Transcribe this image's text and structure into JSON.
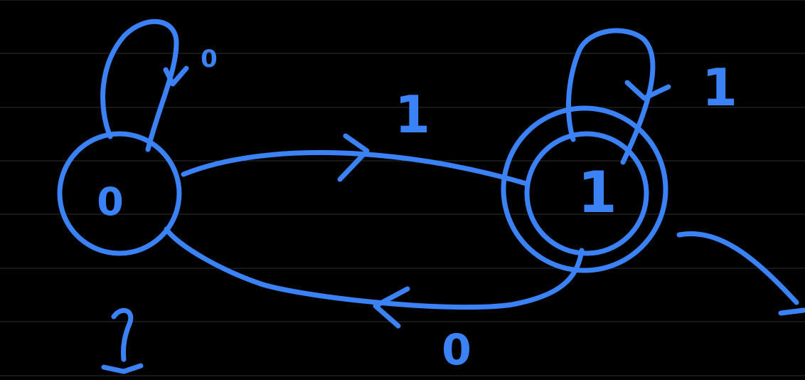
{
  "colors": {
    "background": "#000000",
    "ink": "#3b82f6",
    "ruled_lines": "#2f2f2f"
  },
  "states": {
    "q0": {
      "label": "0",
      "final": false
    },
    "q1": {
      "label": "1",
      "final": true
    }
  },
  "transitions": {
    "q0_self": "0",
    "q1_self": "1",
    "q0_to_q1": "1",
    "q1_to_q0": "0"
  }
}
